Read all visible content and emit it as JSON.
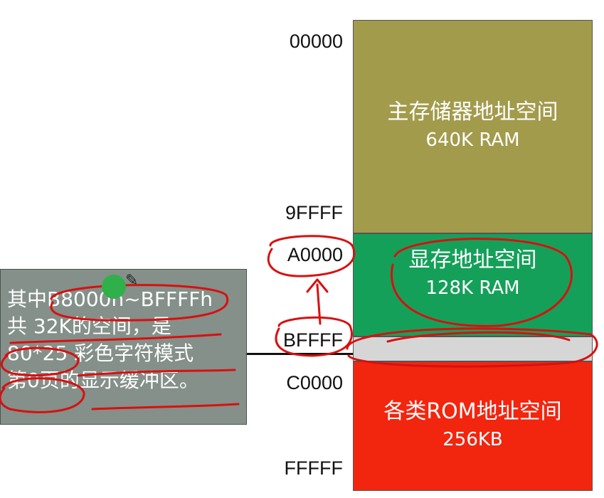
{
  "colors": {
    "ram": "#a39b4c",
    "vram": "#15a05a",
    "buffer": "#d6d6d6",
    "rom": "#f2250f",
    "note": "#849089",
    "pen": "#d81010",
    "cursor": "#2fb04a"
  },
  "addresses": {
    "a00000": "00000",
    "a9ffff": "9FFFF",
    "aa0000": "A0000",
    "abffff": "BFFFF",
    "ac0000": "C0000",
    "afffff": "FFFFF"
  },
  "ram": {
    "title": "主存储器地址空间",
    "subtitle": "640K RAM"
  },
  "vram": {
    "title": "显存地址空间",
    "subtitle": "128K RAM"
  },
  "rom": {
    "title": "各类ROM地址空间",
    "subtitle": "256KB"
  },
  "note": {
    "line1": "其中B8000h~BFFFFh",
    "line2": "共 32K的空间，是",
    "line3": "80*25 彩色字符模式",
    "line4": "第0页的显示缓冲区。"
  },
  "icons": {
    "pen": "pen-cursor-icon",
    "pointer": "pointer-highlight-icon"
  }
}
